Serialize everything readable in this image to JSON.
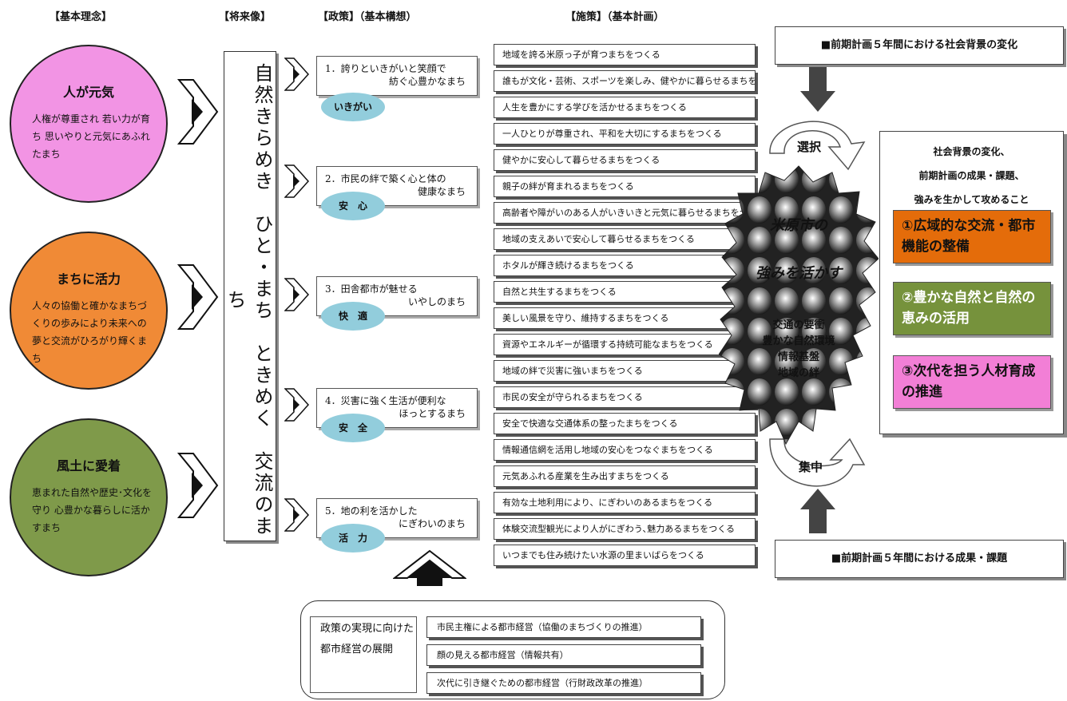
{
  "headers": {
    "principle": "【基本理念】",
    "vision": "【将来像】",
    "policy": "【政策】（基本構想）",
    "measure": "【施策】（基本計画）"
  },
  "principles": [
    {
      "title": "人が元気",
      "body": "人権が尊重され 若い力が育ち 思いやりと元気にあふれたまち",
      "color": "#f294e4"
    },
    {
      "title": "まちに活力",
      "body": "人々の協働と確かなまちづくりの歩みにより未来への夢と交流がひろがり輝くまち",
      "color": "#f08a36"
    },
    {
      "title": "風土に愛着",
      "body": "恵まれた自然や歴史･文化を守り 心豊かな暮らしに活かすまち",
      "color": "#7f9a4a"
    }
  ],
  "vision": {
    "text": "自然きらめき　ひと・まち　ときめく　交流のまち"
  },
  "policies": [
    {
      "line1": "1．誇りといきがいと笑顔で",
      "line2": "紡ぐ心豊かなまち",
      "label": "いきがい"
    },
    {
      "line1": "2．市民の絆で築く心と体の",
      "line2": "健康なまち",
      "label": "安　心"
    },
    {
      "line1": "3．田舎都市が魅せる",
      "line2": "いやしのまち",
      "label": "快　適"
    },
    {
      "line1": "4．災害に強く生活が便利な",
      "line2": "ほっとするまち",
      "label": "安　全"
    },
    {
      "line1": "5．地の利を活かした",
      "line2": "にぎわいのまち",
      "label": "活　力"
    }
  ],
  "measures": [
    "地域を誇る米原っ子が育つまちをつくる",
    "誰もが文化・芸術、スポーツを楽しみ、健やかに暮らせるまちをつくる",
    "人生を豊かにする学びを活かせるまちをつくる",
    "一人ひとりが尊重され、平和を大切にするまちをつくる",
    "健やかに安心して暮らせるまちをつくる",
    "親子の絆が育まれるまちをつくる",
    "高齢者や障がいのある人がいきいきと元気に暮らせるまちをつくる",
    "地域の支えあいで安心して暮らせるまちをつくる",
    "ホタルが輝き続けるまちをつくる",
    "自然と共生するまちをつくる",
    "美しい風景を守り、維持するまちをつくる",
    "資源やエネルギーが循環する持続可能なまちをつくる",
    "地域の絆で災害に強いまちをつくる",
    "市民の安全が守られるまちをつくる",
    "安全で快適な交通体系の整ったまちをつくる",
    "情報通信網を活用し地域の安心をつなぐまちをつくる",
    "元気あふれる産業を生み出すまちをつくる",
    "有効な土地利用により、にぎわいのあるまちをつくる",
    "体験交流型観光により人がにぎわう､魅力あるまちをつくる",
    "いつまでも住み続けたい水源の里まいばらをつくる"
  ],
  "right": {
    "top_box": "■前期計画５年間における社会背景の変化",
    "bottom_box": "■前期計画５年間における成果・課題",
    "select_label": "選択",
    "focus_label": "集中",
    "center_title1": "米原市の",
    "center_title2": "強みを活かす",
    "strengths": [
      "交通の要衝",
      "豊かな自然環境",
      "情報基盤",
      "地域の絆"
    ],
    "strategy_head": [
      "社会背景の変化、",
      "前期計画の成果・課題、",
      "強みを生かして攻めること"
    ],
    "strategies": [
      {
        "text": "①広域的な交流・都市機能の整備",
        "color": "#e46c0a"
      },
      {
        "text": "②豊かな自然と自然の恵みの活用",
        "color": "#76923c"
      },
      {
        "text": "③次代を担う人材育成の推進",
        "color": "#f27fd6"
      }
    ]
  },
  "management": {
    "label": "政策の実現に向けた都市経営の展開",
    "items": [
      "市民主権による都市経営（協働のまちづくりの推進）",
      "顔の見える都市経営（情報共有）",
      "次代に引き継ぐための都市経営（行財政改革の推進）"
    ]
  }
}
